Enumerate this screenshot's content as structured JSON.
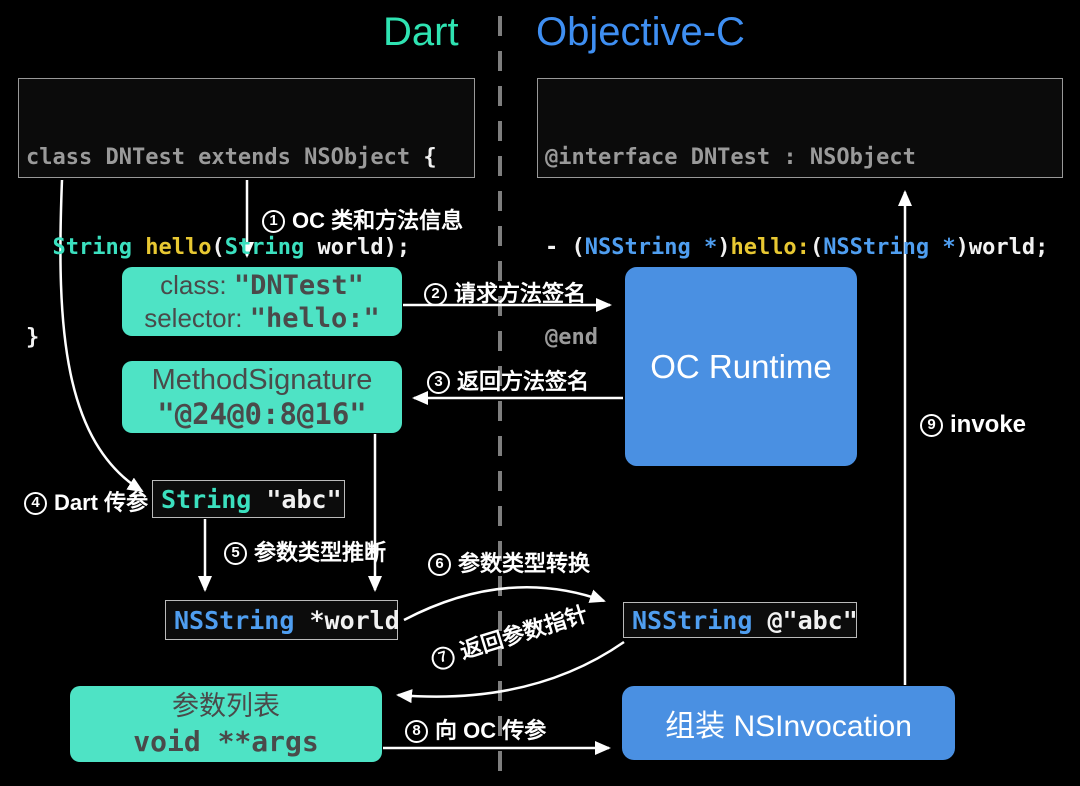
{
  "colors": {
    "teal": "#4ee3c5",
    "blue": "#4a90e2",
    "title_teal": "#2fe3b2",
    "title_blue": "#3f8ff2",
    "code_gray": "#9a9a9a",
    "code_teal": "#3be0bf",
    "code_blue": "#4f9ef0",
    "code_yellow": "#e8c832",
    "box_text": "#4a4a4a",
    "arrow": "#ffffff",
    "divider": "#7e7e7e"
  },
  "titles": {
    "dart": "Dart",
    "objc": "Objective-C"
  },
  "dart_code": {
    "l1a": "class DNTest extends NSObject ",
    "l1b": "{",
    "l2a": "  ",
    "l2b": "String",
    "l2c": " ",
    "l2d": "hello",
    "l2e": "(",
    "l2f": "String",
    "l2g": " world);",
    "l3": "}"
  },
  "objc_code": {
    "l1": "@interface DNTest : NSObject",
    "l2a": "- (",
    "l2b": "NSString *",
    "l2c": ")",
    "l2d": "hello:",
    "l2e": "(",
    "l2f": "NSString *",
    "l2g": ")world;",
    "l3": "@end"
  },
  "boxes": {
    "class_selector": {
      "label1": "class: ",
      "value1": "\"DNTest\"",
      "label2": "selector: ",
      "value2": "\"hello:\""
    },
    "method_signature": {
      "title": "MethodSignature",
      "value": "\"@24@0:8@16\""
    },
    "oc_runtime": {
      "label": "OC Runtime"
    },
    "string_abc": {
      "type": "String",
      "value": " \"abc\""
    },
    "nsstring_world": {
      "type": "NSString",
      "value": " *world"
    },
    "nsstring_abc": {
      "type": "NSString",
      "value": " @\"abc\""
    },
    "args_list": {
      "title": "参数列表",
      "value": "void **args"
    },
    "nsinvocation": {
      "label": "组装 NSInvocation"
    }
  },
  "steps": {
    "s1": {
      "num": "1",
      "text": "OC 类和方法信息"
    },
    "s2": {
      "num": "2",
      "text": "请求方法签名"
    },
    "s3": {
      "num": "3",
      "text": "返回方法签名"
    },
    "s4": {
      "num": "4",
      "text": "Dart 传参"
    },
    "s5": {
      "num": "5",
      "text": "参数类型推断"
    },
    "s6": {
      "num": "6",
      "text": "参数类型转换"
    },
    "s7": {
      "num": "7",
      "text": "返回参数指针"
    },
    "s8": {
      "num": "8",
      "text": "向 OC 传参"
    },
    "s9": {
      "num": "9",
      "text": "invoke"
    }
  }
}
